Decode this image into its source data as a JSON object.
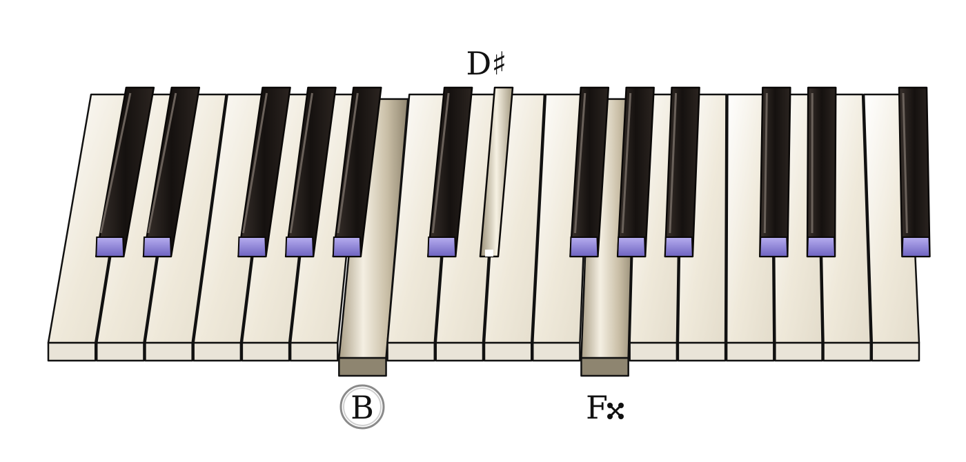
{
  "keyboard": {
    "white_key_count": 18,
    "black_keys_per_octave_pattern": [
      "2",
      "3"
    ],
    "highlighted_white_keys": [
      {
        "note": "B",
        "index": 6
      },
      {
        "note": "Fx",
        "index": 11
      }
    ],
    "highlighted_black_key": {
      "note": "D#",
      "after_white_index": 8
    }
  },
  "labels": {
    "top": "D♯",
    "bottom_left": "B",
    "bottom_right_letter": "F",
    "bottom_right_accidental": "𝄪"
  },
  "colors": {
    "white_key": "#f1ebdc",
    "black_key": "#1c1714",
    "black_key_tip": "#8b7fd8",
    "highlight": "#c8bda8"
  }
}
